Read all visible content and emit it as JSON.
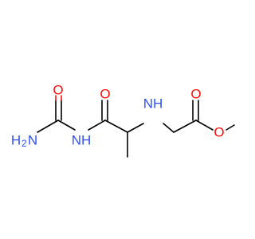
{
  "molecule": {
    "colors": {
      "carbon": "#000000",
      "oxygen": "#ff0d0d",
      "nitrogen": "#3050f8"
    },
    "atoms": {
      "urea_o": "O",
      "amide_o": "O",
      "ester_o_carbonyl": "O",
      "ester_o_methoxy": "O",
      "amine_nh": "NH",
      "imide_nh": "NH",
      "nh2_h": "H",
      "nh2_sub": "2",
      "nh2_n": "N"
    }
  }
}
